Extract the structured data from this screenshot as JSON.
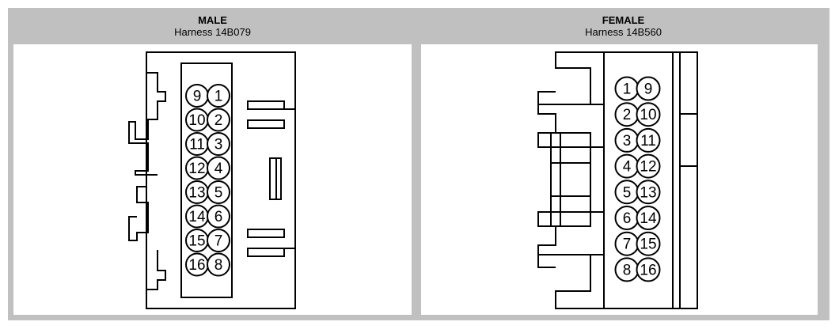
{
  "panels": {
    "male": {
      "title": "MALE",
      "subtitle": "Harness  14B079"
    },
    "female": {
      "title": "FEMALE",
      "subtitle": "Harness  14B560"
    }
  },
  "male_pins": {
    "left": [
      "9",
      "10",
      "11",
      "12",
      "13",
      "14",
      "15",
      "16"
    ],
    "right": [
      "1",
      "2",
      "3",
      "4",
      "5",
      "6",
      "7",
      "8"
    ]
  },
  "female_pins": {
    "left": [
      "1",
      "2",
      "3",
      "4",
      "5",
      "6",
      "7",
      "8"
    ],
    "right": [
      "9",
      "10",
      "11",
      "12",
      "13",
      "14",
      "15",
      "16"
    ]
  }
}
